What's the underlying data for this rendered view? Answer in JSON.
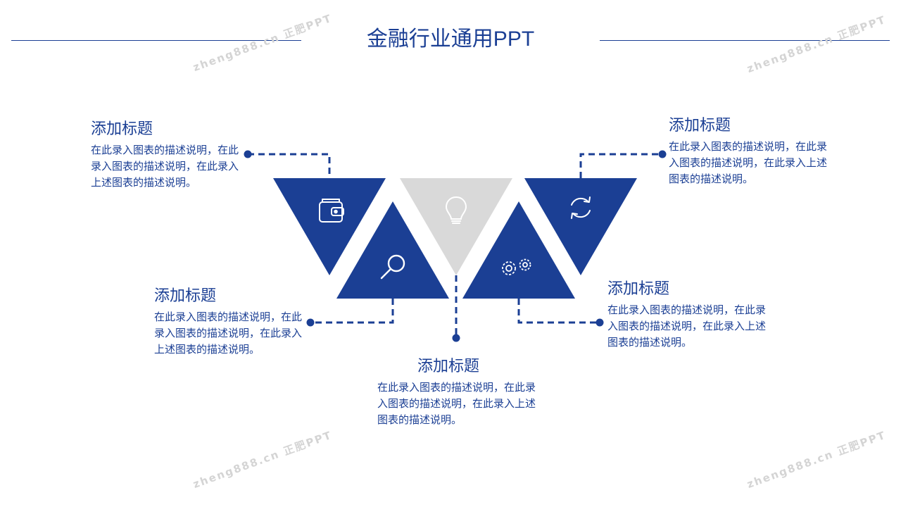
{
  "title": "金融行业通用PPT",
  "colors": {
    "primary": "#1B3F94",
    "gray": "#D9D9D9"
  },
  "items": [
    {
      "heading": "添加标题",
      "desc": "在此录入图表的描述说明，在此录入图表的描述说明，在此录入上述图表的描述说明。",
      "icon": "wallet-icon"
    },
    {
      "heading": "添加标题",
      "desc": "在此录入图表的描述说明，在此录入图表的描述说明，在此录入上述图表的描述说明。",
      "icon": "search-icon"
    },
    {
      "heading": "添加标题",
      "desc": "在此录入图表的描述说明，在此录入图表的描述说明，在此录入上述图表的描述说明。",
      "icon": "lightbulb-icon"
    },
    {
      "heading": "添加标题",
      "desc": "在此录入图表的描述说明，在此录入图表的描述说明，在此录入上述图表的描述说明。",
      "icon": "gears-icon"
    },
    {
      "heading": "添加标题",
      "desc": "在此录入图表的描述说明，在此录入图表的描述说明，在此录入上述图表的描述说明。",
      "icon": "refresh-icon"
    }
  ],
  "watermark": "zheng888.cn 正肥PPT"
}
